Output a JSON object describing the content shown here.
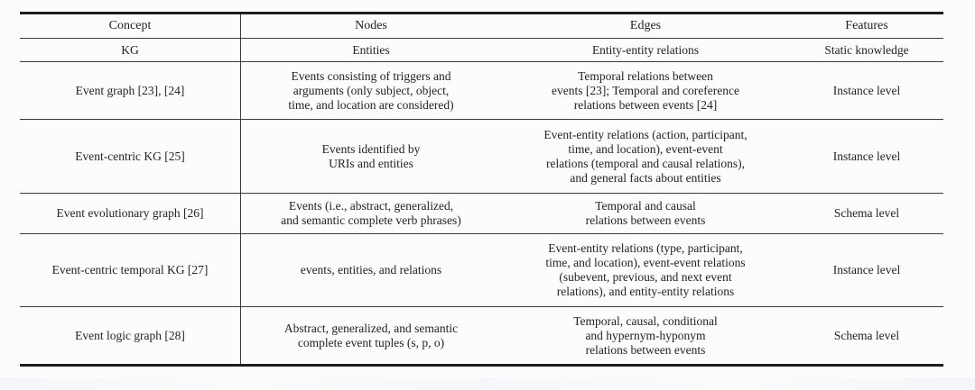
{
  "page": {
    "background": "#fcfcfc",
    "text_color": "#232323",
    "rule_color": "#2e2e2e"
  },
  "table": {
    "headers": {
      "concept": "Concept",
      "nodes": "Nodes",
      "edges": "Edges",
      "features": "Features"
    },
    "kg_row": {
      "concept": "KG",
      "nodes": "Entities",
      "edges": "Entity-entity relations",
      "features": "Static knowledge"
    },
    "rows": [
      {
        "concept": "Event graph [23], [24]",
        "nodes": [
          "Events consisting of triggers and",
          "arguments (only subject, object,",
          "time, and location are considered)"
        ],
        "edges": [
          "Temporal relations between",
          "events [23]; Temporal and coreference",
          "relations between events [24]"
        ],
        "features": "Instance level"
      },
      {
        "concept": "Event-centric KG [25]",
        "nodes": [
          "Events identified by",
          "URIs and entities"
        ],
        "edges": [
          "Event-entity relations (action, participant,",
          "time, and location), event-event",
          "relations (temporal and causal relations),",
          "and general facts about entities"
        ],
        "features": "Instance level"
      },
      {
        "concept": "Event evolutionary graph [26]",
        "nodes": [
          "Events (i.e., abstract, generalized,",
          "and semantic complete verb phrases)"
        ],
        "edges": [
          "Temporal and causal",
          "relations between events"
        ],
        "features": "Schema level"
      },
      {
        "concept": "Event-centric temporal KG [27]",
        "nodes": "events, entities, and relations",
        "edges": [
          "Event-entity relations (type, participant,",
          "time, and location), event-event relations",
          "(subevent, previous, and next event",
          "relations), and entity-entity relations"
        ],
        "features": "Instance level"
      },
      {
        "concept": "Event logic graph [28]",
        "nodes": [
          "Abstract, generalized, and semantic",
          "complete event tuples (s, p, o)"
        ],
        "edges": [
          "Temporal, causal, conditional",
          "and hypernym-hyponym",
          "relations between events"
        ],
        "features": "Schema level"
      }
    ]
  }
}
